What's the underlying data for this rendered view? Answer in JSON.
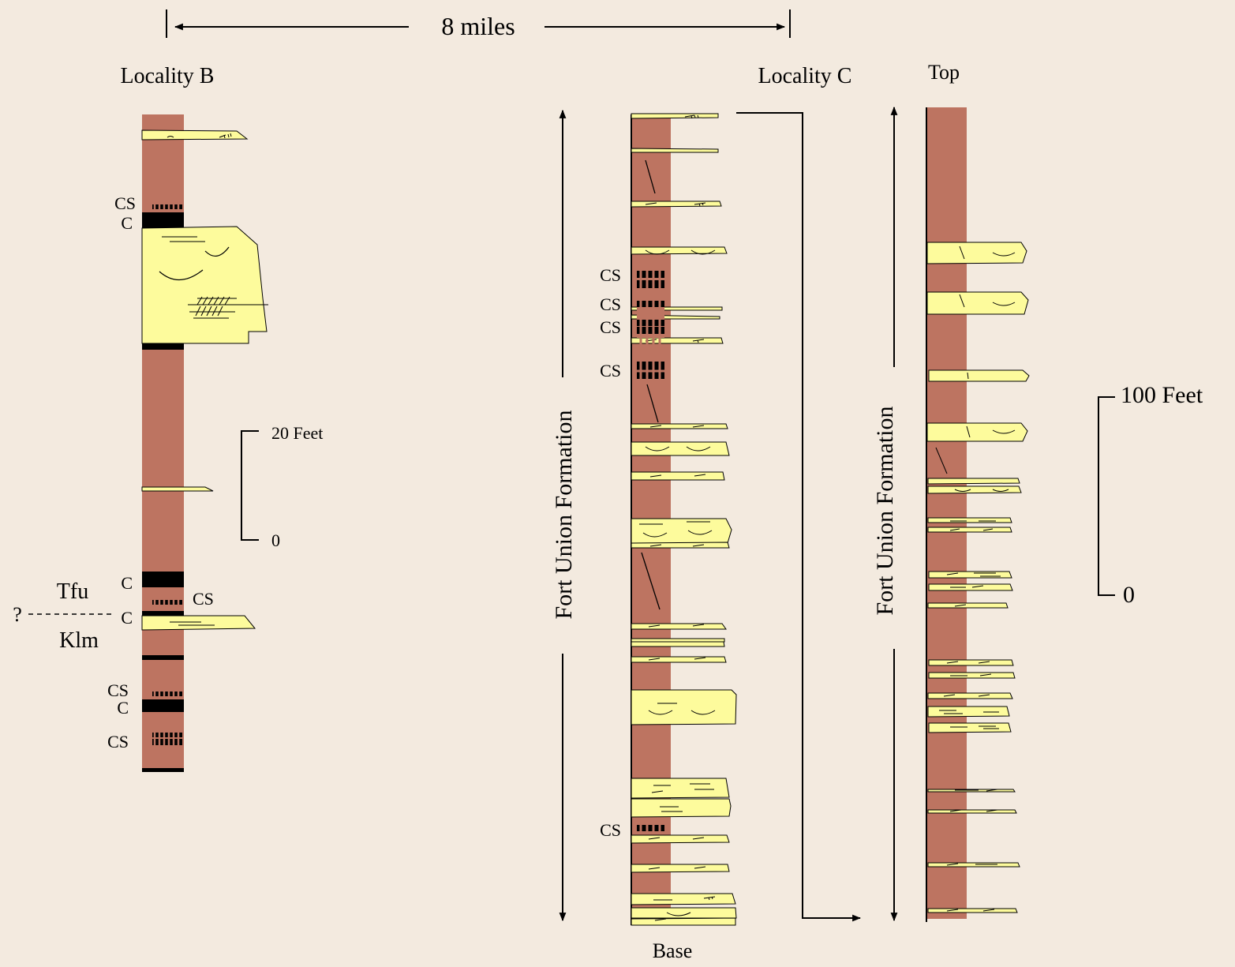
{
  "colors": {
    "background": "#f3eadf",
    "mudstone": "#bd7461",
    "sandstone": "#fdfb9c",
    "coal": "#000000",
    "line": "#000000"
  },
  "top_scale": {
    "label": "8 miles"
  },
  "locality_b": {
    "title": "Locality B",
    "scale": {
      "top_label": "20 Feet",
      "bottom_label": "0"
    },
    "labels": {
      "cs_1": "CS",
      "c_1": "C",
      "c_2": "C",
      "cs_2": "CS",
      "c_3": "C",
      "cs_3": "CS",
      "c_4": "C",
      "cs_4": "CS"
    },
    "contact": {
      "query": "?",
      "upper_unit": "Tfu",
      "lower_unit": "Klm"
    }
  },
  "locality_c": {
    "title": "Locality C",
    "formation_label": "Fort Union Formation",
    "base_label": "Base",
    "top_label": "Top",
    "scale": {
      "top_label": "100 Feet",
      "bottom_label": "0"
    },
    "labels": {
      "cs_1": "CS",
      "cs_2": "CS",
      "cs_3": "CS",
      "cs_4": "CS",
      "cs_5": "CS"
    }
  },
  "legend_icons": [
    "sandstone-bed-icon",
    "coal-bed-icon",
    "carbonaceous-shale-icon",
    "ripple-lamination-icon",
    "cross-bedding-icon",
    "fracture-icon"
  ]
}
